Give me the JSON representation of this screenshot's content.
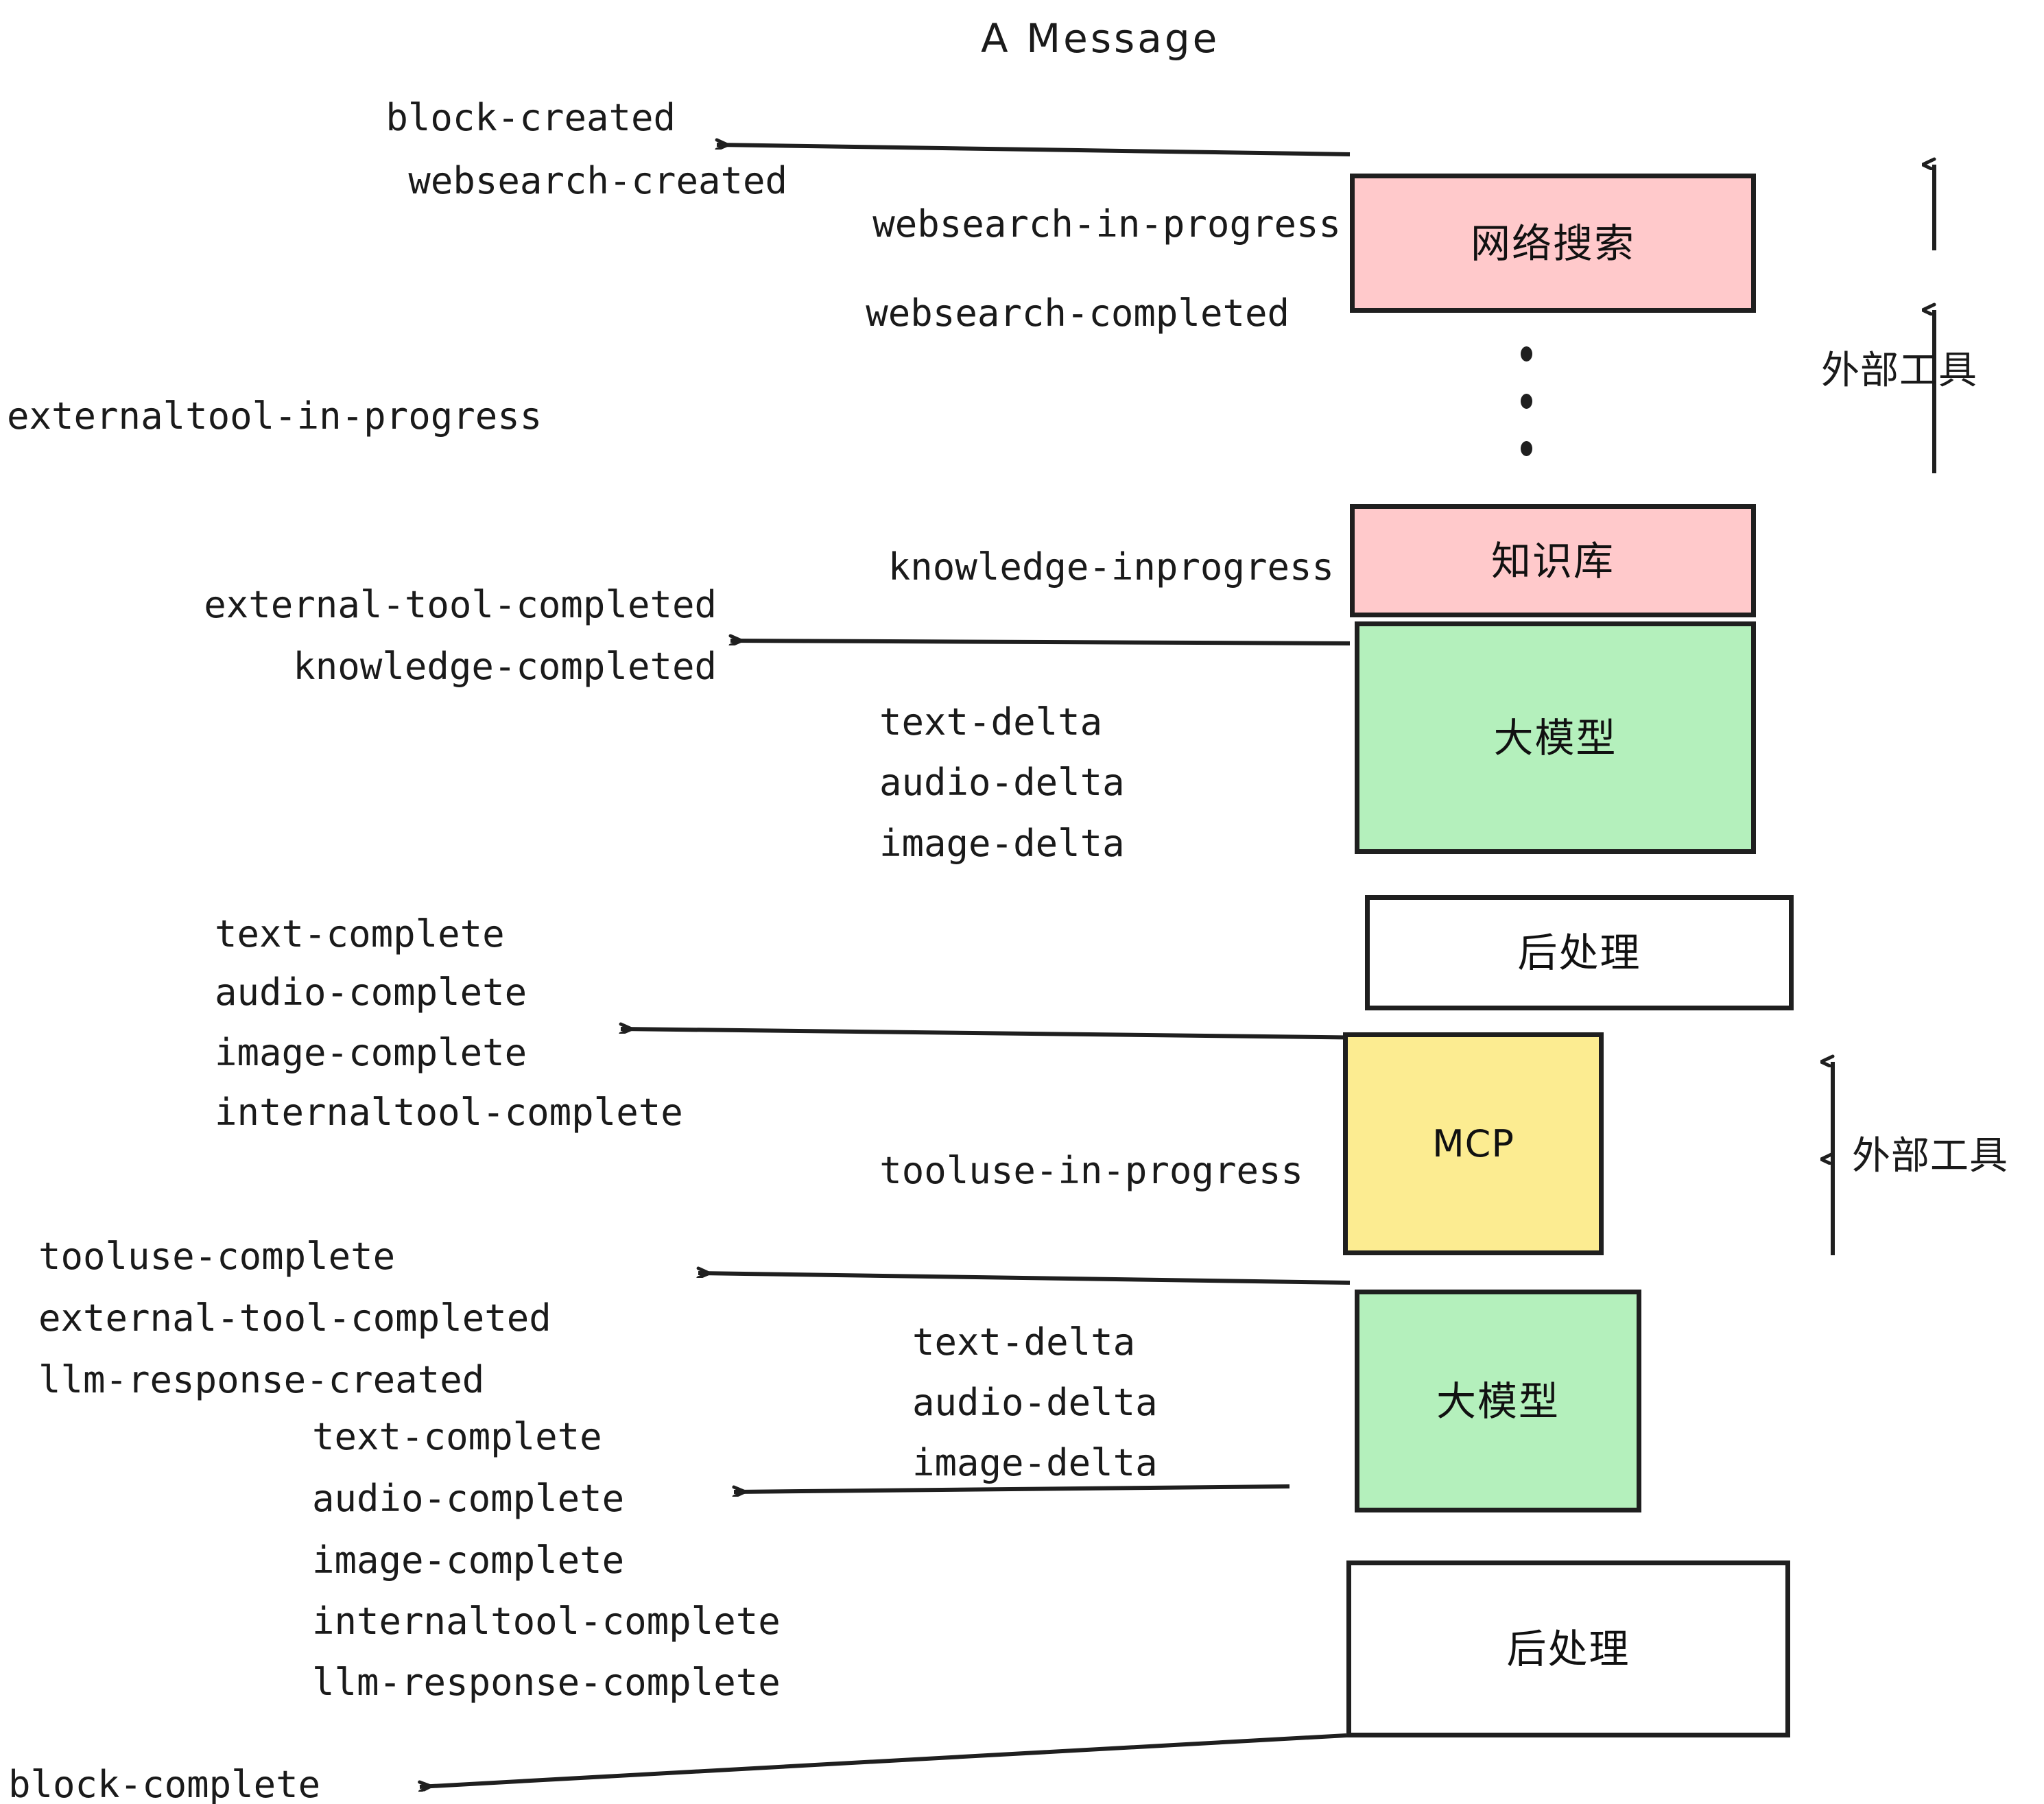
{
  "title": "A Message",
  "colors": {
    "pink": "#FFC9CB",
    "green": "#B4F0BC",
    "yellow": "#FCEC91",
    "white": "#FFFFFF",
    "stroke": "#1F1F1F",
    "text": "#1A1A1A"
  },
  "boxes": [
    {
      "id": "websearch",
      "label": "网络搜索",
      "fill": "#FFC9CB",
      "script": "cjk"
    },
    {
      "id": "knowledge",
      "label": "知识库",
      "fill": "#FFC9CB",
      "script": "cjk"
    },
    {
      "id": "llm-top",
      "label": "大模型",
      "fill": "#B4F0BC",
      "script": "cjk"
    },
    {
      "id": "postprocess-top",
      "label": "后处理",
      "fill": "#FFFFFF",
      "script": "cjk"
    },
    {
      "id": "mcp",
      "label": "MCP",
      "fill": "#FCEC91",
      "script": "latin"
    },
    {
      "id": "llm-bottom",
      "label": "大模型",
      "fill": "#B4F0BC",
      "script": "cjk"
    },
    {
      "id": "postprocess-bottom",
      "label": "后处理",
      "fill": "#FFFFFF",
      "script": "cjk"
    }
  ],
  "side_labels": [
    {
      "id": "external-tools-top",
      "text": "外部工具"
    },
    {
      "id": "external-tools-bottom",
      "text": "外部工具"
    }
  ],
  "events": [
    {
      "id": "block-created",
      "text": "block-created"
    },
    {
      "id": "websearch-created",
      "text": "websearch-created"
    },
    {
      "id": "websearch-in-progress",
      "text": "websearch-in-progress"
    },
    {
      "id": "websearch-completed",
      "text": "websearch-completed"
    },
    {
      "id": "externaltool-in-progress",
      "text": "externaltool-in-progress"
    },
    {
      "id": "knowledge-inprogress",
      "text": "knowledge-inprogress"
    },
    {
      "id": "external-tool-completed-1",
      "text": "external-tool-completed"
    },
    {
      "id": "knowledge-completed",
      "text": "knowledge-completed"
    },
    {
      "id": "text-delta-1",
      "text": "text-delta"
    },
    {
      "id": "audio-delta-1",
      "text": "audio-delta"
    },
    {
      "id": "image-delta-1",
      "text": "image-delta"
    },
    {
      "id": "text-complete-1",
      "text": "text-complete"
    },
    {
      "id": "audio-complete-1",
      "text": "audio-complete"
    },
    {
      "id": "image-complete-1",
      "text": "image-complete"
    },
    {
      "id": "internaltool-complete-1",
      "text": "internaltool-complete"
    },
    {
      "id": "tooluse-in-progress",
      "text": "tooluse-in-progress"
    },
    {
      "id": "tooluse-complete",
      "text": "tooluse-complete"
    },
    {
      "id": "external-tool-completed-2",
      "text": "external-tool-completed"
    },
    {
      "id": "llm-response-created",
      "text": "llm-response-created"
    },
    {
      "id": "text-delta-2",
      "text": "text-delta"
    },
    {
      "id": "audio-delta-2",
      "text": "audio-delta"
    },
    {
      "id": "image-delta-2",
      "text": "image-delta"
    },
    {
      "id": "text-complete-2",
      "text": "text-complete"
    },
    {
      "id": "audio-complete-2",
      "text": "audio-complete"
    },
    {
      "id": "image-complete-2",
      "text": "image-complete"
    },
    {
      "id": "internaltool-complete-2",
      "text": "internaltool-complete"
    },
    {
      "id": "llm-response-complete",
      "text": "llm-response-complete"
    },
    {
      "id": "block-complete",
      "text": "block-complete"
    }
  ]
}
